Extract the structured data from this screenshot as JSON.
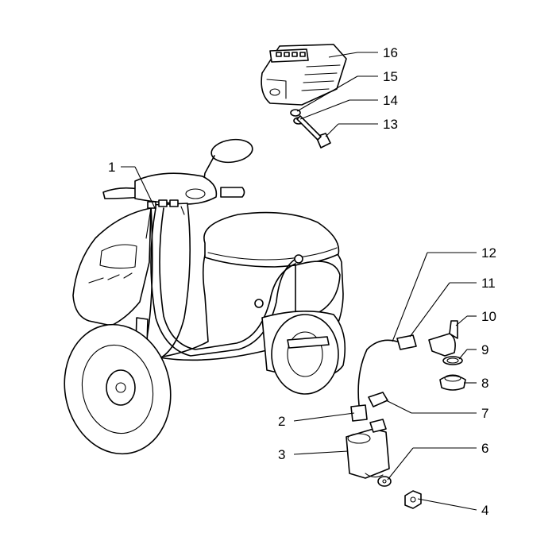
{
  "callouts": [
    {
      "id": "1",
      "label": "1"
    },
    {
      "id": "2",
      "label": "2"
    },
    {
      "id": "3",
      "label": "3"
    },
    {
      "id": "4",
      "label": "4"
    },
    {
      "id": "6",
      "label": "6"
    },
    {
      "id": "7",
      "label": "7"
    },
    {
      "id": "8",
      "label": "8"
    },
    {
      "id": "9",
      "label": "9"
    },
    {
      "id": "10",
      "label": "10"
    },
    {
      "id": "11",
      "label": "11"
    },
    {
      "id": "12",
      "label": "12"
    },
    {
      "id": "13",
      "label": "13"
    },
    {
      "id": "14",
      "label": "14"
    },
    {
      "id": "15",
      "label": "15"
    },
    {
      "id": "16",
      "label": "16"
    }
  ]
}
